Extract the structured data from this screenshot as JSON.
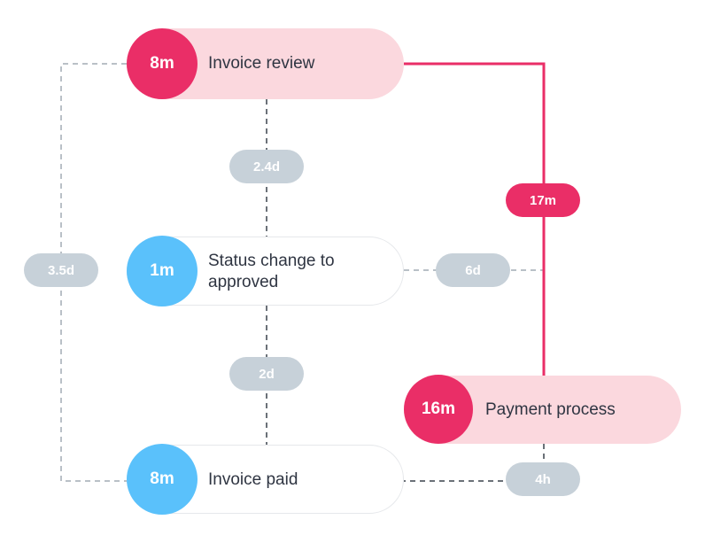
{
  "colors": {
    "accent": "#ea2e67",
    "highlight_fill": "#fbd8de",
    "normal_circle": "#5ac1fb",
    "pill_gray": "#c7d1d9",
    "dashed_line": "#b9c0c7"
  },
  "nodes": [
    {
      "id": "invoice_review",
      "duration": "8m",
      "label": "Invoice review",
      "highlighted": true
    },
    {
      "id": "status_change",
      "duration": "1m",
      "label": "Status change to approved",
      "highlighted": false
    },
    {
      "id": "invoice_paid",
      "duration": "8m",
      "label": "Invoice paid",
      "highlighted": false
    },
    {
      "id": "payment_process",
      "duration": "16m",
      "label": "Payment process",
      "highlighted": true
    }
  ],
  "edges": [
    {
      "from": "invoice_review",
      "to": "status_change",
      "label": "2.4d",
      "highlighted": false
    },
    {
      "from": "status_change",
      "to": "invoice_paid",
      "label": "2d",
      "highlighted": false
    },
    {
      "from": "invoice_review",
      "to": "invoice_paid",
      "label": "3.5d",
      "highlighted": false
    },
    {
      "from": "invoice_review",
      "to": "payment_process",
      "label": "17m",
      "highlighted": true
    },
    {
      "from": "status_change",
      "to": "payment_process",
      "label": "6d",
      "highlighted": false
    },
    {
      "from": "payment_process",
      "to": "invoice_paid",
      "label": "4h",
      "highlighted": false
    }
  ]
}
